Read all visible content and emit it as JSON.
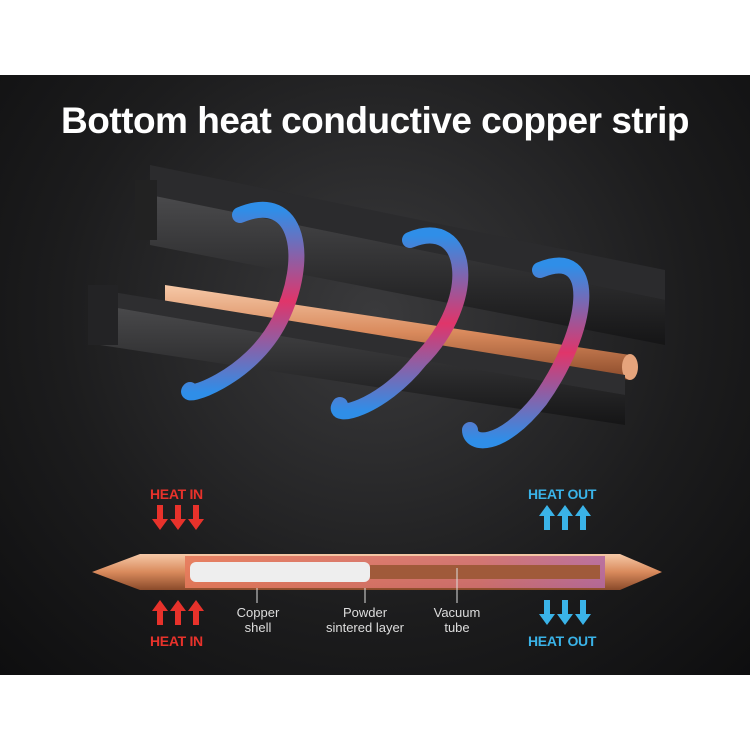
{
  "title": "Bottom heat conductive copper strip",
  "labels": {
    "heat_in_top": "HEAT IN",
    "heat_in_bottom": "HEAT IN",
    "heat_out_top": "HEAT OUT",
    "heat_out_bottom": "HEAT OUT"
  },
  "captions": {
    "copper_shell": [
      "Copper",
      "shell"
    ],
    "powder_layer": [
      "Powder",
      "sintered layer"
    ],
    "vacuum_tube": [
      "Vacuum",
      "tube"
    ]
  },
  "colors": {
    "heat_in": "#e8322b",
    "heat_out": "#3ab3e8",
    "copper": "#e0946a"
  }
}
